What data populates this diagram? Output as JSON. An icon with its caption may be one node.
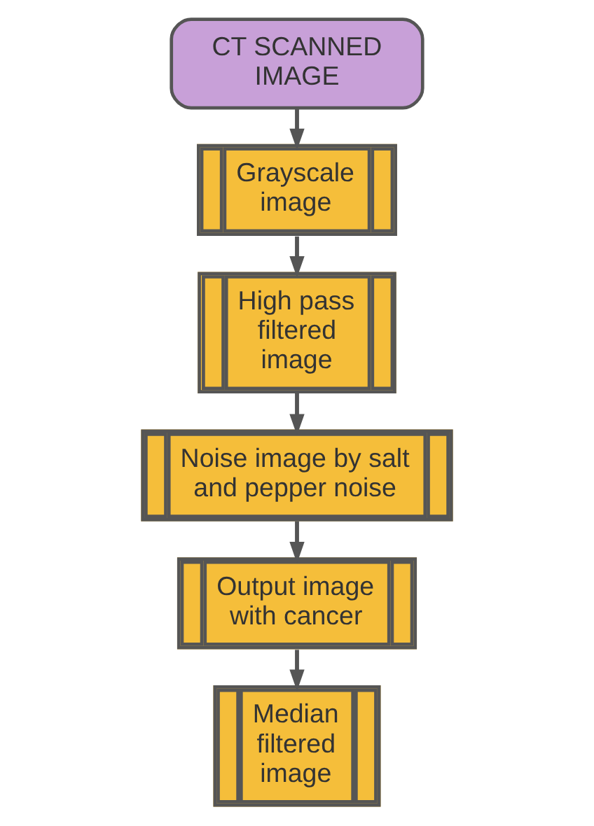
{
  "diagram": {
    "nodes": [
      {
        "text": [
          "CT SCANNED IMAGE"
        ]
      },
      {
        "text": [
          "Grayscale image"
        ]
      },
      {
        "text": [
          "High pass filtered image"
        ]
      },
      {
        "text": [
          "Noise image by salt and pepper noise"
        ]
      },
      {
        "text": [
          "Output image with cancer"
        ]
      },
      {
        "text": [
          "Median filtered image"
        ]
      }
    ],
    "edges": [
      {
        "from": 0,
        "to": 1,
        "arrow": "to"
      },
      {
        "from": 1,
        "to": 2,
        "arrow": "to"
      },
      {
        "from": 2,
        "to": 3,
        "arrow": "to"
      },
      {
        "from": 3,
        "to": 4,
        "arrow": "to"
      },
      {
        "from": 4,
        "to": 5,
        "arrow": "to"
      }
    ]
  }
}
